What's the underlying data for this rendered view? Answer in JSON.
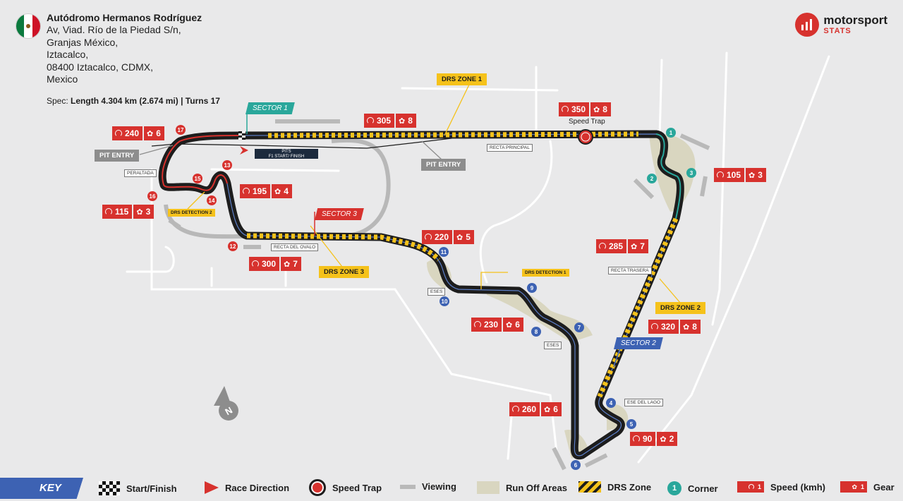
{
  "header": {
    "venue": "Autódromo Hermanos Rodríguez",
    "address": [
      "Av, Viad. Río de la Piedad S/n,",
      "Granjas México,",
      "Iztacalco,",
      "08400 Iztacalco, CDMX,",
      "Mexico"
    ],
    "spec_prefix": "Spec:",
    "spec_length": "Length  4.304 km (2.674 mi)",
    "spec_turns": "| Turns 17"
  },
  "brand": {
    "line1": "motorsport",
    "line2": "STATS"
  },
  "colors": {
    "red": "#d7322e",
    "blue": "#3d62b3",
    "teal": "#2aa79b",
    "drs_yellow": "#f5c21b",
    "track": "#1d1d1d",
    "runoff": "#d9d6c0"
  },
  "speeds": [
    {
      "speed": "240",
      "gear": "6"
    },
    {
      "speed": "305",
      "gear": "8"
    },
    {
      "speed": "350",
      "gear": "8"
    },
    {
      "speed": "105",
      "gear": "3"
    },
    {
      "speed": "195",
      "gear": "4"
    },
    {
      "speed": "115",
      "gear": "3"
    },
    {
      "speed": "220",
      "gear": "5"
    },
    {
      "speed": "285",
      "gear": "7"
    },
    {
      "speed": "300",
      "gear": "7"
    },
    {
      "speed": "230",
      "gear": "6"
    },
    {
      "speed": "320",
      "gear": "8"
    },
    {
      "speed": "260",
      "gear": "6"
    },
    {
      "speed": "90",
      "gear": "2"
    }
  ],
  "drs_zones": [
    "DRS ZONE 1",
    "DRS ZONE 2",
    "DRS ZONE 3"
  ],
  "drs_detection": [
    "DRS DETECTION 1",
    "DRS DETECTION 2"
  ],
  "sectors": [
    "SECTOR 1",
    "SECTOR 2",
    "SECTOR 3"
  ],
  "pit_entry": "PIT ENTRY",
  "pits": {
    "line1": "PITS",
    "line2": "F1 START/ FINISH"
  },
  "speed_trap_label": "Speed Trap",
  "straights": {
    "principal": "RECTA PRINCIPAL",
    "trasera": "RECTA TRASERA",
    "ovalo": "RECTA DEL OVALO",
    "peraltada": "PERALTADA",
    "eses_a": "ESES",
    "eses_b": "ESES",
    "ese_lago": "ESE DEL LAGO"
  },
  "turns": [
    "1",
    "2",
    "3",
    "4",
    "5",
    "6",
    "7",
    "8",
    "9",
    "10",
    "11",
    "12",
    "13",
    "14",
    "15",
    "16",
    "17"
  ],
  "key": {
    "title": "KEY",
    "start_finish": "Start/Finish",
    "race_direction": "Race Direction",
    "speed_trap": "Speed Trap",
    "viewing": "Viewing",
    "run_off": "Run Off Areas",
    "drs_zone": "DRS Zone",
    "corner": "Corner",
    "corner_sample": "1",
    "speed": "Speed (kmh)",
    "speed_sample": "1",
    "gear": "Gear",
    "gear_sample": "1"
  }
}
